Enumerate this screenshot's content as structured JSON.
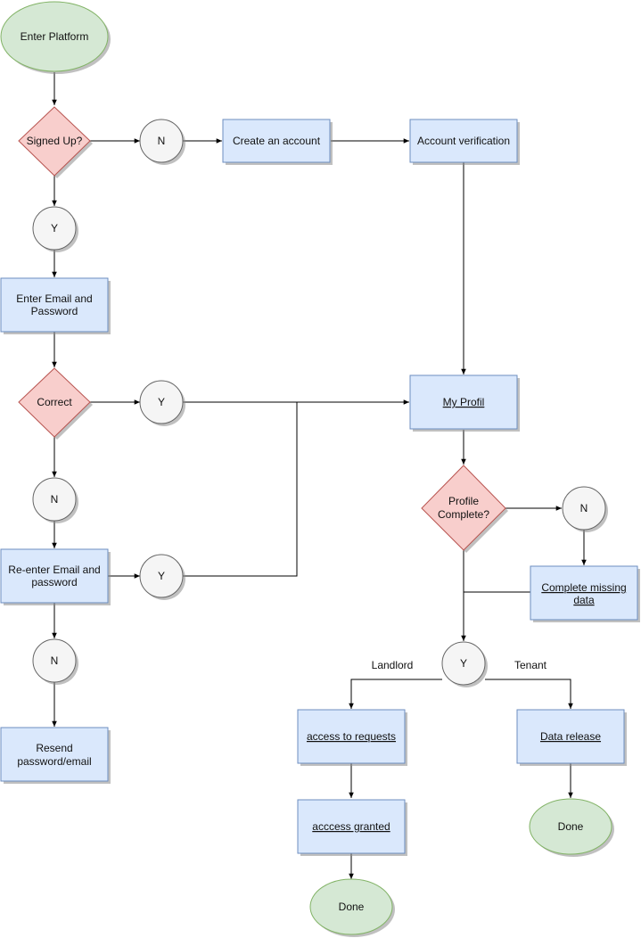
{
  "nodes": {
    "enter_platform": {
      "label": "Enter Platform"
    },
    "signed_up": {
      "label": "Signed Up?"
    },
    "n_signed_up": {
      "label": "N"
    },
    "create_account": {
      "label": "Create an account"
    },
    "account_verification": {
      "label": "Account verification"
    },
    "y_signed_up": {
      "label": "Y"
    },
    "enter_email_password": {
      "line1": "Enter Email and",
      "line2": "Password"
    },
    "correct": {
      "label": "Correct"
    },
    "y_correct": {
      "label": "Y"
    },
    "my_profil": {
      "label": "My Profil"
    },
    "n_correct": {
      "label": "N"
    },
    "reenter": {
      "line1": "Re-enter Email and",
      "line2": "password"
    },
    "y_reenter": {
      "label": "Y"
    },
    "n_reenter": {
      "label": "N"
    },
    "resend": {
      "line1": "Resend",
      "line2": "password/email"
    },
    "profile_complete": {
      "line1": "Profile",
      "line2": "Complete?"
    },
    "n_profile": {
      "label": "N"
    },
    "complete_missing": {
      "line1": "Complete missing",
      "line2": "data"
    },
    "y_profile": {
      "label": "Y"
    },
    "access_requests": {
      "label": "access to requests"
    },
    "access_granted": {
      "label": "acccess granted"
    },
    "done_landlord": {
      "label": "Done"
    },
    "data_release": {
      "label": "Data release"
    },
    "done_tenant": {
      "label": "Done"
    }
  },
  "edge_labels": {
    "landlord": "Landlord",
    "tenant": "Tenant"
  },
  "colors": {
    "start_end_fill": "#d5e8d4",
    "start_end_stroke": "#82b366",
    "process_fill": "#dae8fc",
    "process_stroke": "#6c8ebf",
    "decision_fill": "#f8cecc",
    "decision_stroke": "#b85450",
    "connector_fill": "#f5f5f5",
    "connector_stroke": "#666666"
  }
}
